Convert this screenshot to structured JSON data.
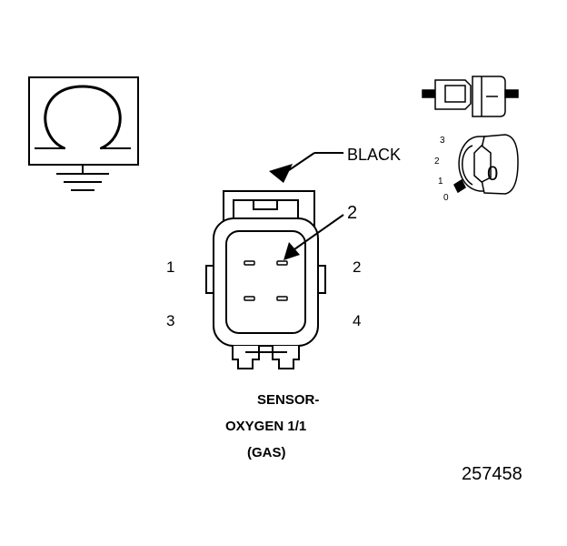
{
  "wire_color": "BLACK",
  "callout_number": "2",
  "pins": {
    "p1": "1",
    "p2": "2",
    "p3": "3",
    "p4": "4"
  },
  "caption": {
    "line1": "SENSOR-",
    "line2": "OXYGEN 1/1",
    "line3": "(GAS)"
  },
  "figure_number": "257458",
  "view_dial": {
    "ticks": [
      "3",
      "2",
      "1",
      "0"
    ],
    "selected": "0"
  },
  "icons": [
    "ground-symbol-icon",
    "terminal-connector-icon",
    "view-dial-icon"
  ]
}
